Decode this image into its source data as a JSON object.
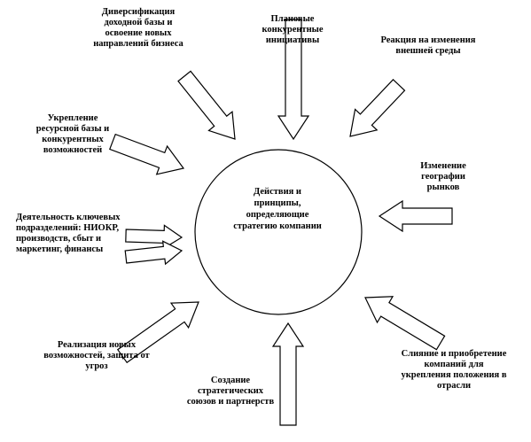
{
  "center": {
    "lines": [
      "Действия и",
      "принципы,",
      "определяющие",
      "стратегию компании"
    ]
  },
  "factors": [
    {
      "id": "diversification",
      "lines": [
        "Диверсификация",
        "доходной базы и",
        "освоение новых",
        "направлений бизнеса"
      ]
    },
    {
      "id": "planned-competitive",
      "lines": [
        "Плановые",
        "конкурентные",
        "инициативы"
      ]
    },
    {
      "id": "external-reaction",
      "lines": [
        "Реакция на изменения",
        "внешней среды"
      ]
    },
    {
      "id": "resource-base",
      "lines": [
        "Укрепление",
        "ресурсной базы и",
        "конкурентных",
        "возможностей"
      ]
    },
    {
      "id": "geography",
      "lines": [
        "Изменение",
        "географии",
        "рынков"
      ]
    },
    {
      "id": "key-divisions",
      "lines": [
        "Деятельность ключевых",
        "подразделений: НИОКР,",
        "производств, сбыт и",
        "маркетинг, финансы"
      ]
    },
    {
      "id": "mergers",
      "lines": [
        "Слияние и приобретение",
        "компаний для",
        "укрепления положения в",
        "отрасли"
      ]
    },
    {
      "id": "opportunities",
      "lines": [
        "Реализация новых",
        "возможностей, защита от",
        "угроз"
      ]
    },
    {
      "id": "alliances",
      "lines": [
        "Создание",
        "стратегических",
        "союзов и партнерств"
      ]
    }
  ],
  "colors": {
    "stroke": "#000000",
    "fill": "#ffffff",
    "text": "#000000"
  }
}
